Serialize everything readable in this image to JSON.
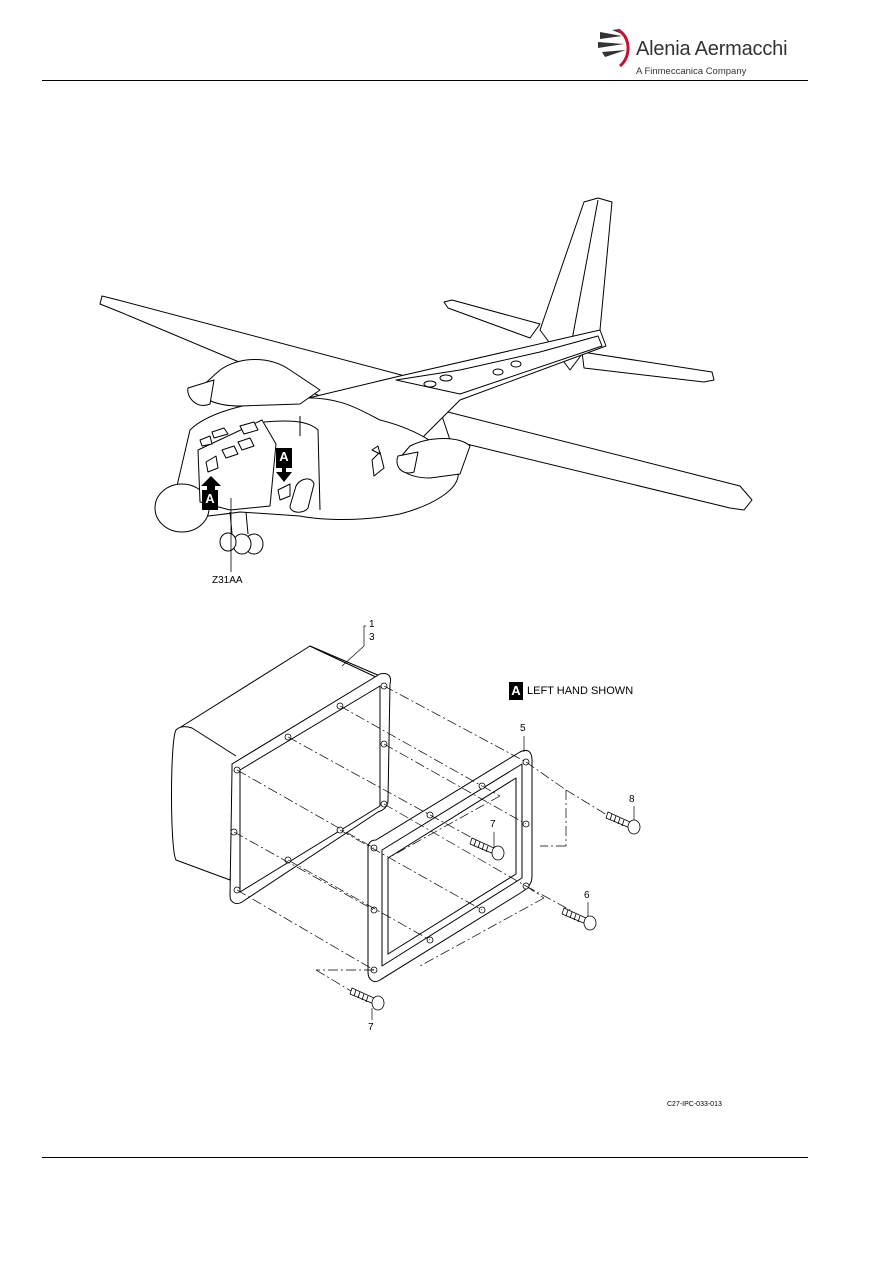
{
  "header": {
    "brand_name": "Alenia Aermacchi",
    "brand_sub": "A Finmeccanica Company"
  },
  "aircraft": {
    "zone_label": "Z31AA",
    "view_marker": "A"
  },
  "detail": {
    "note_marker": "A",
    "note_text": "LEFT HAND SHOWN",
    "callouts": {
      "c1": "1",
      "c3": "3",
      "c5": "5",
      "c6": "6",
      "c7a": "7",
      "c7b": "7",
      "c8": "8"
    }
  },
  "figure_ref": "C27-IPC-033-013"
}
